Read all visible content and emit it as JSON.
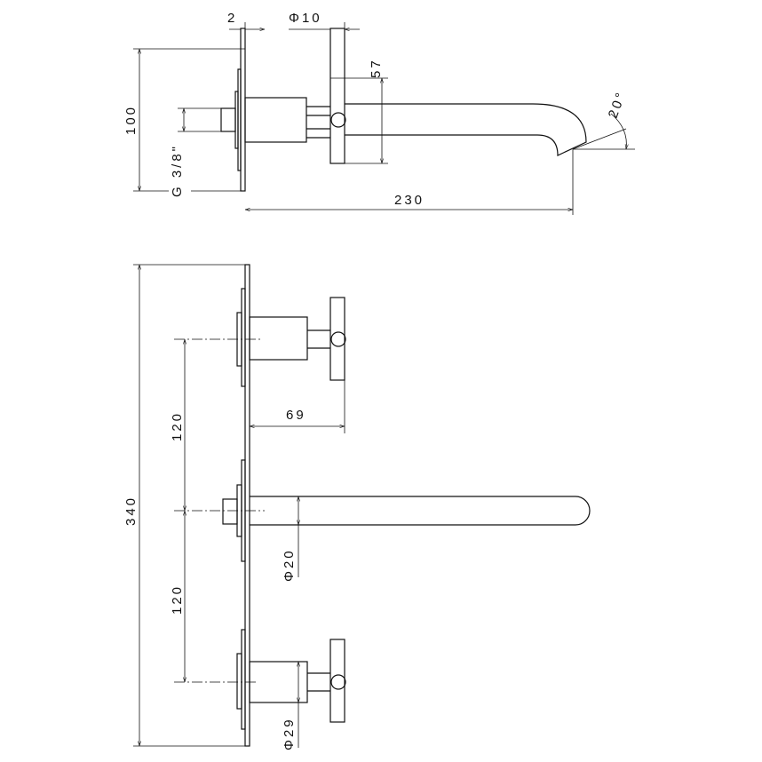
{
  "top_view": {
    "dim_plate_thickness": "2",
    "dim_handle_diameter": "Φ10",
    "dim_handle_height": "57",
    "dim_plate_height": "100",
    "dim_thread": "G 3/8\"",
    "dim_spout_projection": "230",
    "dim_spout_angle": "20°"
  },
  "front_view": {
    "dim_total_height": "340",
    "dim_spacing_upper": "120",
    "dim_spacing_lower": "120",
    "dim_handle_projection": "69",
    "dim_spout_diameter": "Φ20",
    "dim_body_diameter": "Φ29"
  }
}
